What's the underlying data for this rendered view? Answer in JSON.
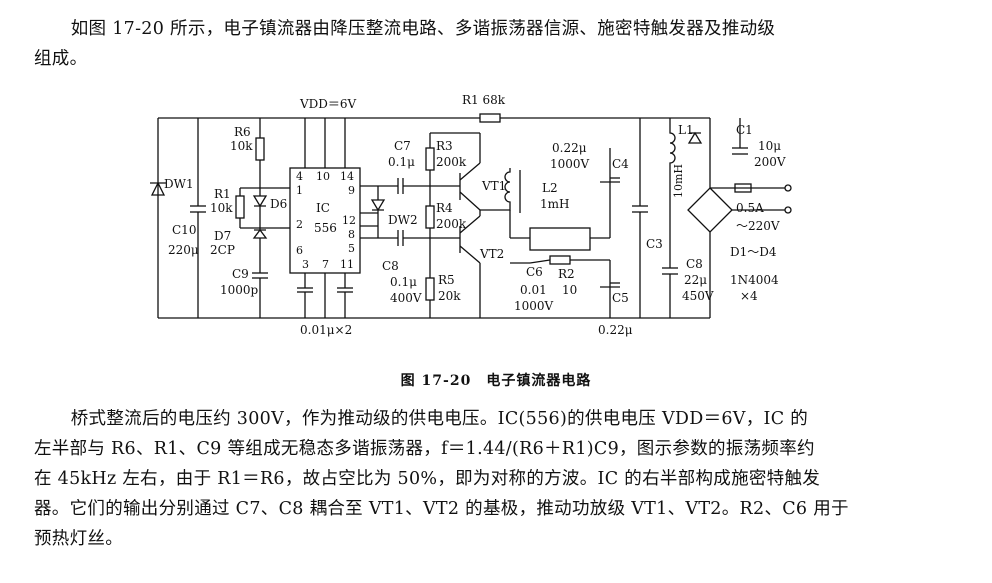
{
  "intro_paragraph": "如图 17-20 所示，电子镇流器由降压整流电路、多谐振荡器信源、施密特触发器及推动级\n组成。",
  "figure": {
    "caption": "图 17-20　电子镇流器电路",
    "labels": {
      "vdd": "VDD＝6V",
      "r1_top": "R1 68k",
      "dw1": "DW1",
      "r6": "R6",
      "r6_val": "10k",
      "r1": "R1",
      "r1_val": "10k",
      "d6": "D6",
      "c10": "C10",
      "c10_val": "220μ",
      "d7": "D7",
      "d7_val": "2CP",
      "c9": "C9",
      "c9_val": "1000p",
      "ic": "IC",
      "ic_num": "556",
      "pin4": "4",
      "pin10": "10",
      "pin14": "14",
      "pin1": "1",
      "pin9": "9",
      "pin2": "2",
      "pin12": "12",
      "pin8": "8",
      "pin6": "6",
      "pin5": "5",
      "pin3": "3",
      "pin7": "7",
      "pin11": "11",
      "c7": "C7",
      "c7_val": "0.1μ",
      "dw2": "DW2",
      "c8": "C8",
      "c8_val1": "0.1μ",
      "c8_val2": "400V",
      "c_bottom": "0.01μ×2",
      "r3": "R3",
      "r3_val": "200k",
      "r4": "R4",
      "r4_val": "200k",
      "r5": "R5",
      "r5_val": "20k",
      "vt1": "VT1",
      "vt2": "VT2",
      "l2": "L2",
      "l2_val": "1mH",
      "c6": "C6",
      "r2": "R2",
      "c6_val1": "0.01",
      "c6_val2": "1000V",
      "r2_val": "10",
      "c4_val1": "0.22μ",
      "c4_val2": "1000V",
      "c4": "C4",
      "c3": "C3",
      "c5": "C5",
      "c5_val": "0.22μ",
      "l1": "L1",
      "l1_val": "10mH",
      "c1": "C1",
      "c1_val1": "10μ",
      "c1_val2": "200V",
      "fuse": "0.5A",
      "ac": "～220V",
      "d1d4": "D1～D4",
      "c8b": "C8",
      "c8b_val1": "22μ",
      "c8b_val2": "450V",
      "diode_part": "1N4004",
      "diode_qty": "×4"
    }
  },
  "body_paragraph": "桥式整流后的电压约 300V，作为推动级的供电电压。IC(556)的供电电压 VDD＝6V，IC 的\n左半部与 R6、R1、C9 等组成无稳态多谐振荡器，f＝1.44/(R6＋R1)C9，图示参数的振荡频率约\n在 45kHz 左右，由于 R1＝R6，故占空比为 50%，即为对称的方波。IC 的右半部构成施密特触发\n器。它们的输出分别通过 C7、C8 耦合至 VT1、VT2 的基极，推动功放级 VT1、VT2。R2、C6 用于\n预热灯丝。"
}
